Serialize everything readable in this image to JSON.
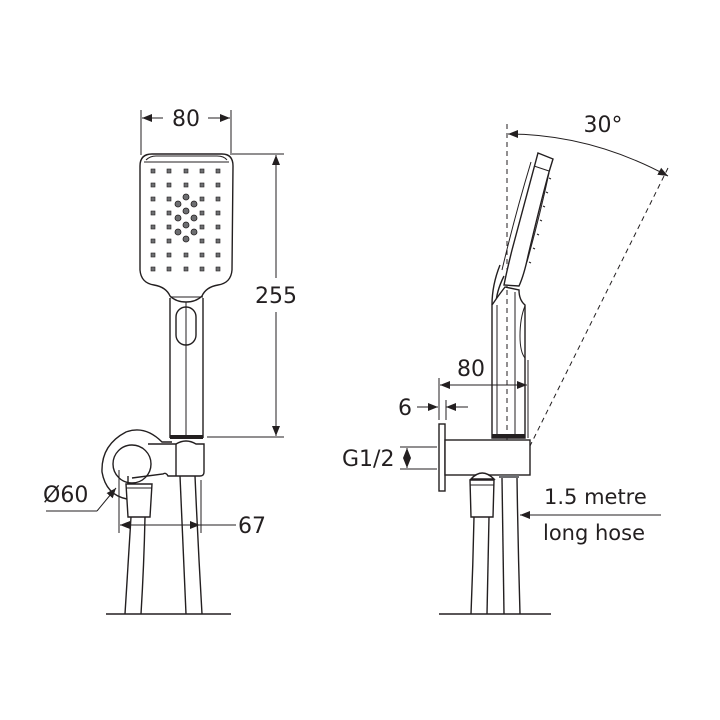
{
  "drawing": {
    "front_view": {
      "width_label": "80",
      "height_label": "255",
      "diameter_label": "Ø60",
      "projection_label": "67"
    },
    "side_view": {
      "angle_label": "30°",
      "depth_label": "80",
      "flange_label": "6",
      "thread_label": "G1/2",
      "hose_label_line1": "1.5 metre",
      "hose_label_line2": "long hose"
    },
    "colors": {
      "line": "#231f20",
      "dot_fill": "#6d6e71",
      "background": "#ffffff"
    }
  }
}
